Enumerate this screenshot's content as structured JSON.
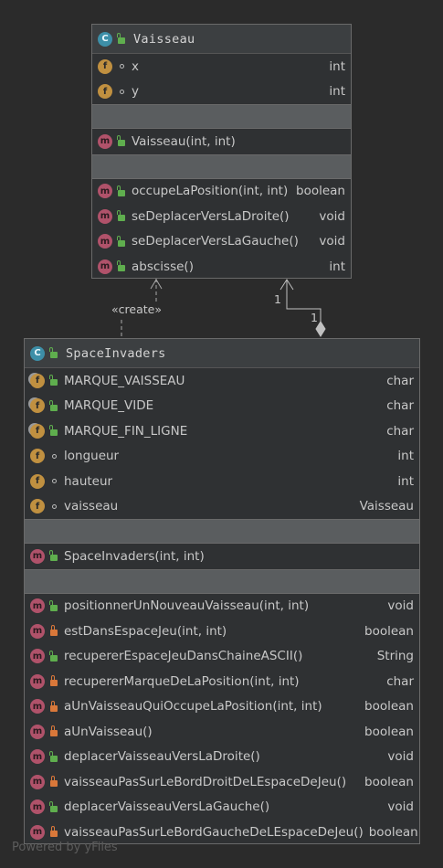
{
  "vaisseau": {
    "kind": "C",
    "name": "Vaisseau",
    "fields": [
      {
        "kind": "f",
        "vis": "package",
        "name": "x",
        "type": "int"
      },
      {
        "kind": "f",
        "vis": "package",
        "name": "y",
        "type": "int"
      }
    ],
    "constructors": [
      {
        "kind": "m",
        "vis": "public",
        "name": "Vaisseau(int, int)",
        "type": ""
      }
    ],
    "methods": [
      {
        "kind": "m",
        "vis": "public",
        "name": "occupeLaPosition(int, int)",
        "type": "boolean"
      },
      {
        "kind": "m",
        "vis": "public",
        "name": "seDeplacerVersLaDroite()",
        "type": "void"
      },
      {
        "kind": "m",
        "vis": "public",
        "name": "seDeplacerVersLaGauche()",
        "type": "void"
      },
      {
        "kind": "m",
        "vis": "public",
        "name": "abscisse()",
        "type": "int"
      }
    ]
  },
  "space_invaders": {
    "kind": "C",
    "name": "SpaceInvaders",
    "fields": [
      {
        "kind": "fs",
        "vis": "public",
        "name": "MARQUE_VAISSEAU",
        "type": "char"
      },
      {
        "kind": "fs",
        "vis": "public",
        "name": "MARQUE_VIDE",
        "type": "char"
      },
      {
        "kind": "fs",
        "vis": "public",
        "name": "MARQUE_FIN_LIGNE",
        "type": "char"
      },
      {
        "kind": "f",
        "vis": "package",
        "name": "longueur",
        "type": "int"
      },
      {
        "kind": "f",
        "vis": "package",
        "name": "hauteur",
        "type": "int"
      },
      {
        "kind": "f",
        "vis": "package",
        "name": "vaisseau",
        "type": "Vaisseau"
      }
    ],
    "constructors": [
      {
        "kind": "m",
        "vis": "public",
        "name": "SpaceInvaders(int, int)",
        "type": ""
      }
    ],
    "methods": [
      {
        "kind": "m",
        "vis": "public",
        "name": "positionnerUnNouveauVaisseau(int, int)",
        "type": "void"
      },
      {
        "kind": "m",
        "vis": "private",
        "name": "estDansEspaceJeu(int, int)",
        "type": "boolean"
      },
      {
        "kind": "m",
        "vis": "public",
        "name": "recupererEspaceJeuDansChaineASCII()",
        "type": "String"
      },
      {
        "kind": "m",
        "vis": "private",
        "name": "recupererMarqueDeLaPosition(int, int)",
        "type": "char"
      },
      {
        "kind": "m",
        "vis": "private",
        "name": "aUnVaisseauQuiOccupeLaPosition(int, int)",
        "type": "boolean"
      },
      {
        "kind": "m",
        "vis": "private",
        "name": "aUnVaisseau()",
        "type": "boolean"
      },
      {
        "kind": "m",
        "vis": "public",
        "name": "deplacerVaisseauVersLaDroite()",
        "type": "void"
      },
      {
        "kind": "m",
        "vis": "private",
        "name": "vaisseauPasSurLeBordDroitDeLEspaceDeJeu()",
        "type": "boolean"
      },
      {
        "kind": "m",
        "vis": "public",
        "name": "deplacerVaisseauVersLaGauche()",
        "type": "void"
      },
      {
        "kind": "m",
        "vis": "private",
        "name": "vaisseauPasSurLeBordGaucheDeLEspaceDeJeu()",
        "type": "boolean"
      }
    ]
  },
  "edges": {
    "create_label": "«create»",
    "mult_target": "1",
    "mult_source": "1"
  },
  "footer": "Powered by yFiles"
}
